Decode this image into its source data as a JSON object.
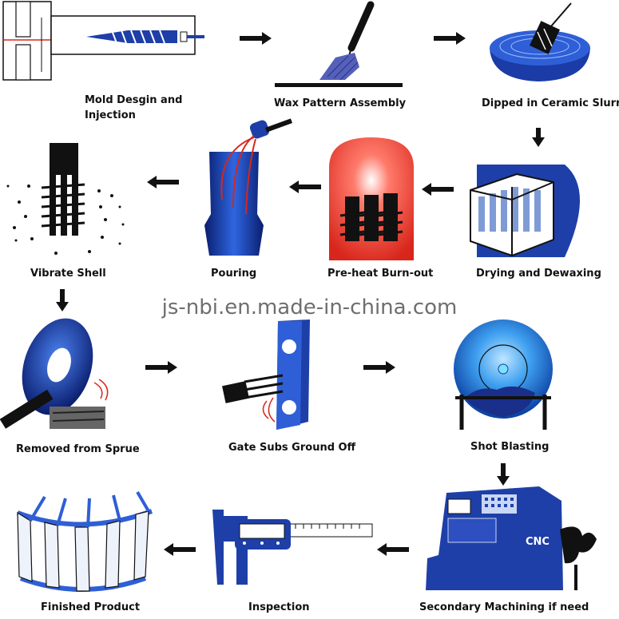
{
  "watermark": "js-nbi.en.made-in-china.com",
  "steps": [
    {
      "line1": "Mold Desgin and",
      "line2": "Injection"
    },
    {
      "label": "Wax Pattern Assembly"
    },
    {
      "label": "Dipped in Ceramic Slurry"
    },
    {
      "label": "Drying and Dewaxing"
    },
    {
      "label": "Pre-heat Burn-out"
    },
    {
      "label": "Pouring"
    },
    {
      "label": "Vibrate Shell"
    },
    {
      "label": "Removed from Sprue"
    },
    {
      "label": "Gate Subs Ground Off"
    },
    {
      "label": "Shot Blasting"
    },
    {
      "label": "Secondary Machining if need"
    },
    {
      "label": "Inspection"
    },
    {
      "label": "Finished Product"
    }
  ],
  "cnc_text": "CNC",
  "colors": {
    "blue": "#1e3fa8",
    "deep_blue": "#0a1d6e",
    "red": "#d8261c",
    "black": "#111111"
  }
}
